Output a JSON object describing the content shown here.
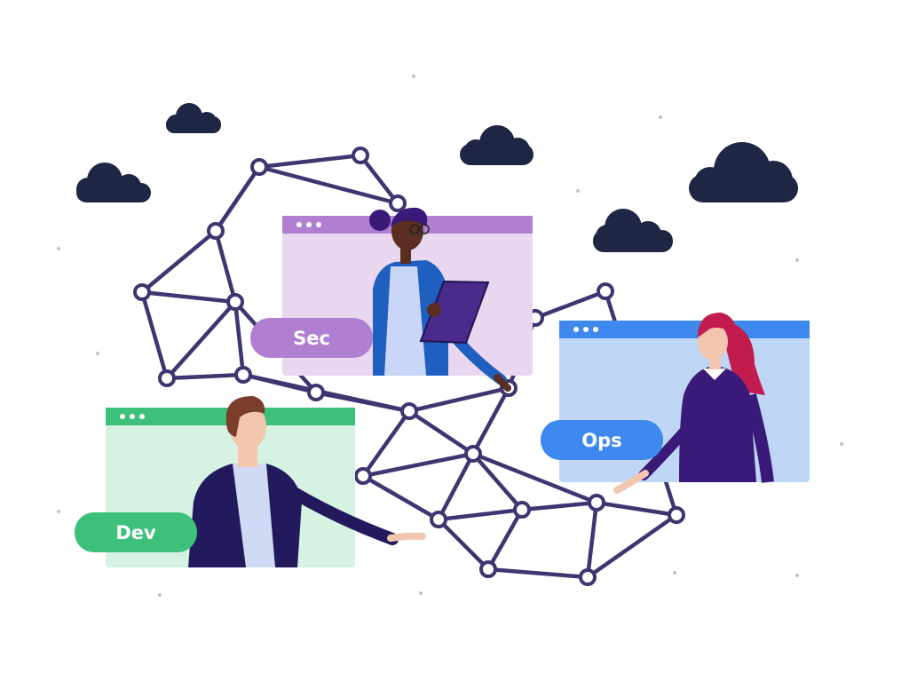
{
  "labels": {
    "sec": "Sec",
    "ops": "Ops",
    "dev": "Dev"
  },
  "colors": {
    "background": "#ffffff",
    "cloud": "#1f2643",
    "network_line": "#3d3670",
    "network_node_fill": "#ffffff",
    "sec_panel_bar": "#b07fd1",
    "sec_panel_body": "#e8d7ef",
    "sec_badge": "#b07fd1",
    "ops_panel_bar": "#3f88ee",
    "ops_panel_body": "#bfd6f6",
    "ops_badge": "#3f88ee",
    "dev_panel_bar": "#3cc07a",
    "dev_panel_body": "#d6f2e3",
    "dev_badge": "#3cc07a",
    "skin_dark": "#5a2e22",
    "skin_light": "#f3c6b0",
    "hair_brown": "#7b3e2c",
    "hair_red": "#c21c4f",
    "navy_suit": "#221a5c",
    "purple_dress": "#3a1a78",
    "blue_cardigan": "#1f5fbf",
    "tablet": "#4a2a8a"
  },
  "icons": [
    "cloud-icon",
    "window-dots-icon"
  ]
}
